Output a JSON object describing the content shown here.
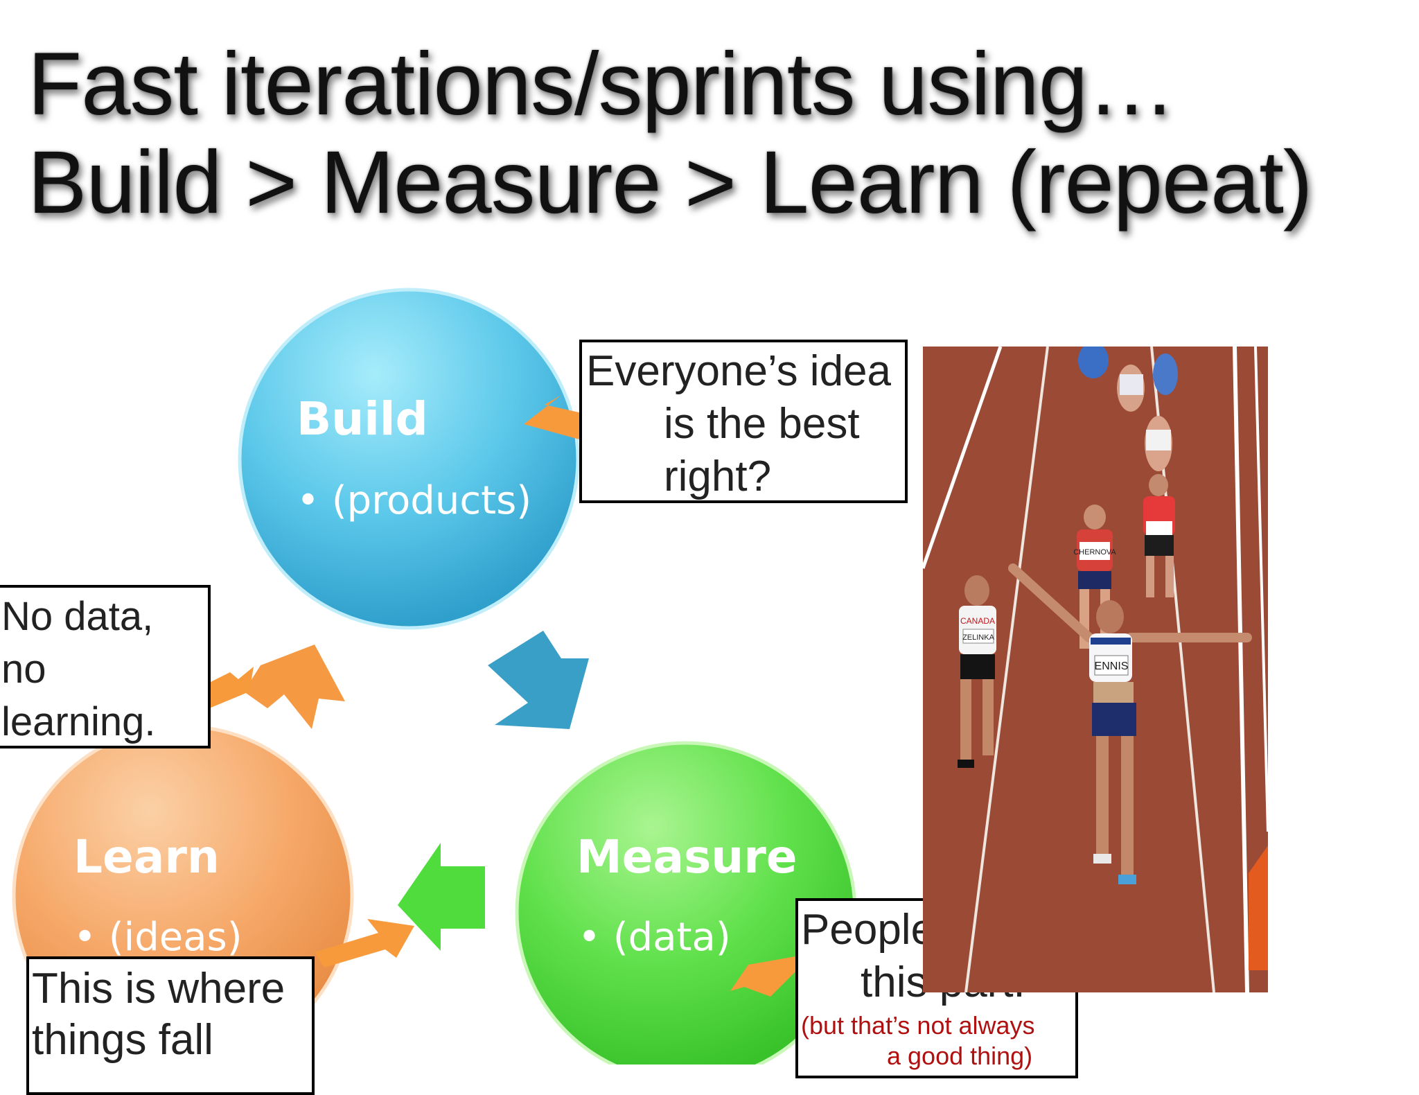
{
  "slide": {
    "title_line1": "Fast iterations/sprints using…",
    "title_line2": "Build > Measure > Learn (repeat)"
  },
  "cycle": {
    "build": {
      "label": "Build",
      "item": "• (products)"
    },
    "measure": {
      "label": "Measure",
      "item": "• (data)"
    },
    "learn": {
      "label": "Learn",
      "item": "• (ideas)"
    }
  },
  "callouts": {
    "everyone": {
      "line1": "Everyone’s idea",
      "line2": "is the best",
      "line3": "right?"
    },
    "no_data": {
      "line1": "No data,",
      "line2": "no",
      "line3": "learning."
    },
    "fall": {
      "line1": "This is where",
      "line2": "things fall"
    },
    "people": {
      "line1": "People love",
      "line2": "this part!",
      "note1": "(but that’s not always",
      "note2": "a good thing)"
    }
  },
  "photo": {
    "bibs": {
      "ennis": "ENNIS",
      "canada": "CANADA",
      "zelinka": "ZELINKA",
      "chernova": "CHERNOVA"
    }
  },
  "colors": {
    "build": "#5cc8ea",
    "measure": "#5fe04a",
    "learn": "#f6a96a",
    "arrow_blue": "#3a9fc6",
    "arrow_green": "#4fdc3c",
    "arrow_orange": "#f59a42",
    "note_red": "#b01010"
  },
  "icons": [
    "arrow-right-down-icon",
    "arrow-left-icon",
    "arrow-up-right-icon",
    "callout-pointer-icon"
  ]
}
